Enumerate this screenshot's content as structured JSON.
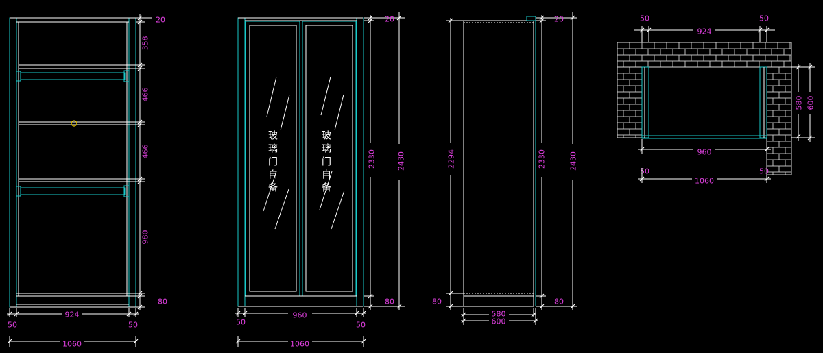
{
  "drawing": {
    "colors": {
      "background": "#000000",
      "outline": "#ffffff",
      "panel": "#19c9c9",
      "dimension_text": "#e040e0",
      "knob": "#e0c000"
    }
  },
  "view_open_shelf": {
    "dim_top": "20",
    "dim_section_1": "358",
    "dim_section_2": "466",
    "dim_section_3": "466",
    "dim_section_4": "980",
    "dim_base": "80",
    "width_inner": "924",
    "side_left": "50",
    "side_right": "50",
    "width_total": "1060"
  },
  "view_glass_doors": {
    "door_label_left": "玻璃门自备",
    "door_label_right": "玻璃门自备",
    "dim_top": "20",
    "height_body": "2330",
    "height_total": "2430",
    "dim_base": "80",
    "width_inner": "960",
    "side_left": "50",
    "side_right": "50",
    "width_total": "1060"
  },
  "view_side": {
    "height_inner": "2294",
    "dim_base_left": "80",
    "dim_top": "20",
    "height_body": "2330",
    "height_total": "2430",
    "dim_base_right": "80",
    "depth_inner": "580",
    "depth_total": "600"
  },
  "view_plan": {
    "side_left_top": "50",
    "side_right_top": "50",
    "width_inner": "924",
    "depth_inner": "580",
    "depth_total": "600",
    "width_opening": "960",
    "side_left_bottom": "50",
    "side_right_bottom": "50",
    "width_total": "1060"
  }
}
